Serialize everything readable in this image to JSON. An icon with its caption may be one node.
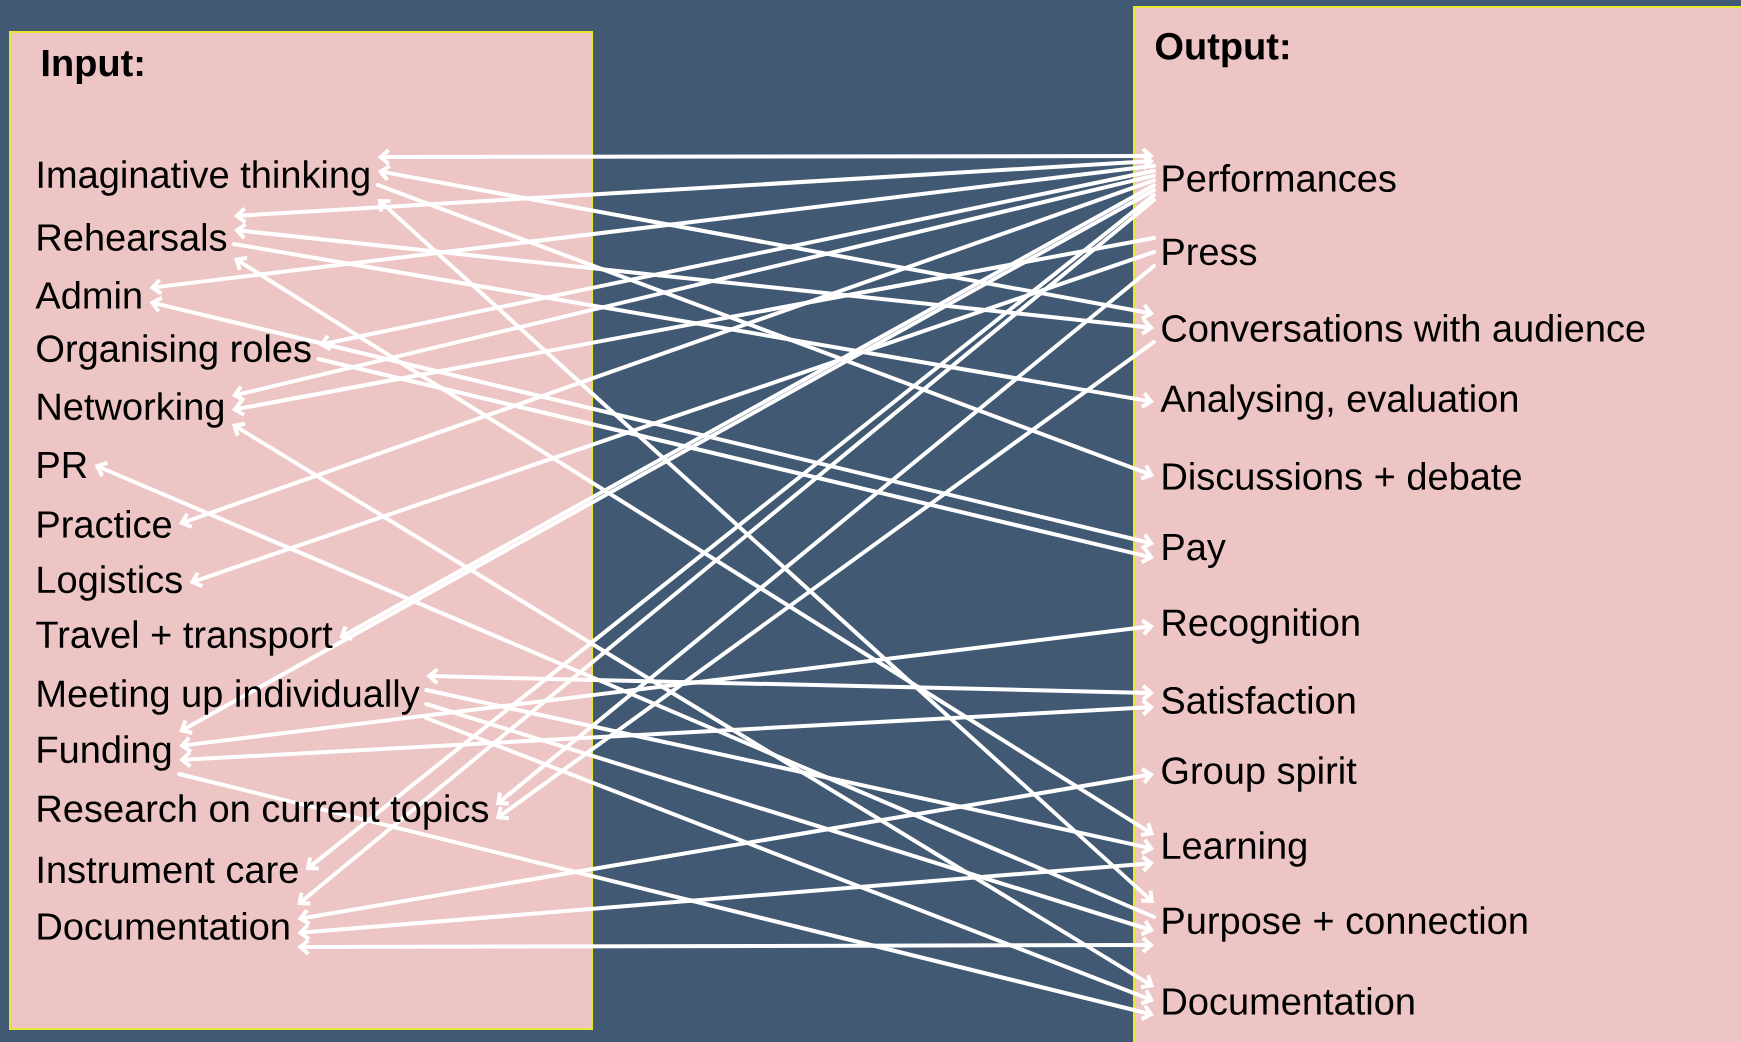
{
  "diagram": {
    "nodes": [
      {
        "text": [
          "Input:"
        ]
      },
      {
        "text": [
          "Imaginative thinking"
        ],
        "in": 0
      },
      {
        "text": [
          "Rehearsals"
        ],
        "in": 0
      },
      {
        "text": [
          "Admin"
        ],
        "in": 0
      },
      {
        "text": [
          "Organising roles"
        ],
        "in": 0
      },
      {
        "text": [
          "Networking"
        ],
        "in": 0
      },
      {
        "text": [
          "PR"
        ],
        "in": 0
      },
      {
        "text": [
          "Practice"
        ],
        "in": 0
      },
      {
        "text": [
          "Logistics"
        ],
        "in": 0
      },
      {
        "text": [
          "Travel + transport"
        ],
        "in": 0
      },
      {
        "text": [
          "Meeting up individually"
        ],
        "in": 0
      },
      {
        "text": [
          "Funding"
        ],
        "in": 0
      },
      {
        "text": [
          "Research on current topics"
        ],
        "in": 0
      },
      {
        "text": [
          "Instrument care"
        ],
        "in": 0
      },
      {
        "text": [
          "Documentation"
        ],
        "in": 0
      },
      {
        "text": [
          "Output:"
        ]
      },
      {
        "text": [
          "Performances"
        ],
        "in": 15
      },
      {
        "text": [
          "Press"
        ],
        "in": 15
      },
      {
        "text": [
          "Conversations with audience"
        ],
        "in": 15
      },
      {
        "text": [
          "Analysing, evaluation"
        ],
        "in": 15
      },
      {
        "text": [
          "Discussions + debate"
        ],
        "in": 15
      },
      {
        "text": [
          "Pay"
        ],
        "in": 15
      },
      {
        "text": [
          "Recognition"
        ],
        "in": 15
      },
      {
        "text": [
          "Satisfaction"
        ],
        "in": 15
      },
      {
        "text": [
          "Group spirit"
        ],
        "in": 15
      },
      {
        "text": [
          "Learning"
        ],
        "in": 15
      },
      {
        "text": [
          "Purpose + connection"
        ],
        "in": 15
      },
      {
        "text": [
          "Documentation"
        ],
        "in": 15
      }
    ],
    "edges": [
      {
        "from": 1,
        "to": 16,
        "arrow": "both"
      },
      {
        "from": 2,
        "to": 16,
        "arrow": "both"
      },
      {
        "from": 16,
        "to": 3,
        "arrow": "to"
      },
      {
        "from": 16,
        "to": 4,
        "arrow": "to"
      },
      {
        "from": 16,
        "to": 5,
        "arrow": "to"
      },
      {
        "from": 17,
        "to": 5,
        "arrow": "to"
      },
      {
        "from": 16,
        "to": 7,
        "arrow": "to"
      },
      {
        "from": 17,
        "to": 8,
        "arrow": "to"
      },
      {
        "from": 16,
        "to": 9,
        "arrow": "to"
      },
      {
        "from": 16,
        "to": 11,
        "arrow": "to"
      },
      {
        "from": 17,
        "to": 12,
        "arrow": "to"
      },
      {
        "from": 18,
        "to": 12,
        "arrow": "to"
      },
      {
        "from": 16,
        "to": 13,
        "arrow": "to"
      },
      {
        "from": 16,
        "to": 14,
        "arrow": "to"
      },
      {
        "from": 1,
        "to": 18,
        "arrow": "both"
      },
      {
        "from": 2,
        "to": 18,
        "arrow": "both"
      },
      {
        "from": 2,
        "to": 19,
        "arrow": "to"
      },
      {
        "from": 1,
        "to": 20,
        "arrow": "to"
      },
      {
        "from": 3,
        "to": 21,
        "arrow": "both"
      },
      {
        "from": 4,
        "to": 21,
        "arrow": "to"
      },
      {
        "from": 1,
        "to": 26,
        "arrow": "both"
      },
      {
        "from": 2,
        "to": 25,
        "arrow": "both"
      },
      {
        "from": 26,
        "to": 6,
        "arrow": "to"
      },
      {
        "from": 5,
        "to": 27,
        "arrow": "both"
      },
      {
        "from": 10,
        "to": 23,
        "arrow": "both"
      },
      {
        "from": 11,
        "to": 22,
        "arrow": "both"
      },
      {
        "from": 11,
        "to": 23,
        "arrow": "both"
      },
      {
        "from": 10,
        "to": 25,
        "arrow": "to"
      },
      {
        "from": 10,
        "to": 26,
        "arrow": "to"
      },
      {
        "from": 10,
        "to": 27,
        "arrow": "to"
      },
      {
        "from": 11,
        "to": 27,
        "arrow": "to"
      },
      {
        "from": 14,
        "to": 24,
        "arrow": "both"
      },
      {
        "from": 14,
        "to": 25,
        "arrow": "both"
      },
      {
        "from": 14,
        "to": 26,
        "arrow": "both"
      }
    ]
  }
}
